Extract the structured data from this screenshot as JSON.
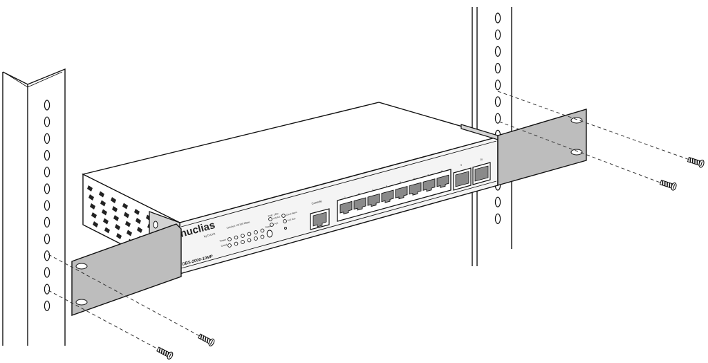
{
  "switch": {
    "brand": "nuclias",
    "brand_sub": "by D-Link",
    "model": "DBS-2000-10MP",
    "console_label": "Console",
    "led_top_note": "Link/Act: 10/100 Mbps",
    "led_top_note_2": "PoE: LED",
    "led_power_label": "Power",
    "led_cloud_label": "Cloud",
    "led_mode_labels": [
      "Link/Act",
      "PoE",
      "Cloud Mgmt",
      "PoE Max"
    ],
    "reset_label": "Reset",
    "port_numbers": [
      "1",
      "2",
      "3",
      "4",
      "5",
      "6",
      "7",
      "8",
      "9",
      "10"
    ]
  },
  "colors": {
    "line": "#111111",
    "bracket": "#bdbdbd",
    "chassis_top": "#ffffff",
    "chassis_front": "#f4f4f4",
    "port_fill": "#8a8a8a"
  }
}
